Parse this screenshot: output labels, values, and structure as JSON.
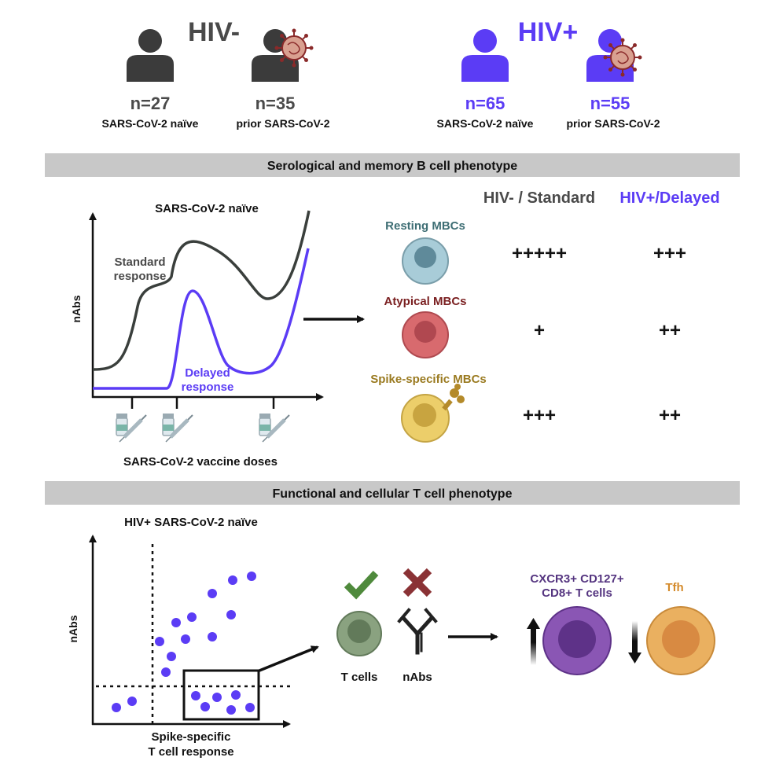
{
  "colors": {
    "gray": "#3b3b3b",
    "purple": "#5b3cf5",
    "banner": "#c8c8c8",
    "resting_fill": "#a8ccd8",
    "atypical_fill": "#d86a6e",
    "spike_fill": "#ecce6a",
    "tcell_fill": "#8aa280",
    "cd8_fill": "#8a56b4",
    "tfh_fill": "#eab060",
    "resting_label": "#3e6e74",
    "atypical_label": "#7a1f20",
    "spike_label": "#9a7a20",
    "check": "#4f8a3c",
    "cross": "#8a3235",
    "cd8_label": "#553580",
    "tfh_label": "#d48a2a"
  },
  "cohorts": {
    "hiv_neg_label": "HIV-",
    "hiv_pos_label": "HIV+",
    "groups": [
      {
        "n": "n=27",
        "label": "SARS-CoV-2 naïve",
        "icon": "person-icon"
      },
      {
        "n": "n=35",
        "label": "prior SARS-CoV-2",
        "icon": "person-virus-icon"
      },
      {
        "n": "n=65",
        "label": "SARS-CoV-2 naïve",
        "icon": "person-icon"
      },
      {
        "n": "n=55",
        "label": "prior SARS-CoV-2",
        "icon": "person-virus-icon"
      }
    ]
  },
  "section1": {
    "banner": "Serological and memory B cell phenotype",
    "plot_title": "SARS-CoV-2 naïve",
    "ylabel": "nAbs",
    "xlabel": "SARS-CoV-2 vaccine doses",
    "standard_label_1": "Standard",
    "standard_label_2": "response",
    "delayed_label_1": "Delayed",
    "delayed_label_2": "response",
    "col_head_1": "HIV- / Standard",
    "col_head_2": "HIV+/Delayed",
    "rows": [
      {
        "label": "Resting MBCs",
        "col1": "+++++",
        "col2": "+++"
      },
      {
        "label": "Atypical MBCs",
        "col1": "+",
        "col2": "++"
      },
      {
        "label": "Spike-specific MBCs",
        "col1": "+++",
        "col2": "++"
      }
    ]
  },
  "section2": {
    "banner": "Functional and cellular T cell phenotype",
    "plot_title": "HIV+ SARS-CoV-2 naïve",
    "ylabel": "nAbs",
    "xlabel_1": "Spike-specific",
    "xlabel_2": "T cell response",
    "tcells_label": "T cells",
    "nabs_label": "nAbs",
    "cd8_label_1": "CXCR3+ CD127+",
    "cd8_label_2": "CD8+ T cells",
    "tfh_label": "Tfh"
  }
}
